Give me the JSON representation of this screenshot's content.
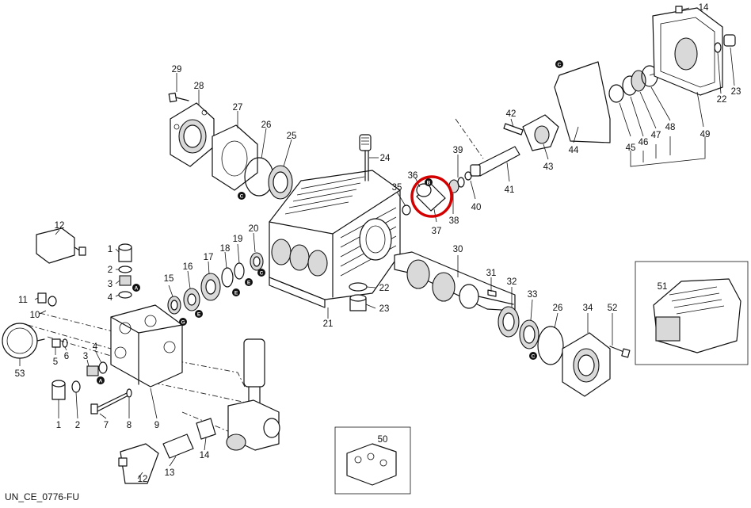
{
  "caption": "UN_CE_0776-FU",
  "callouts": {
    "n1a": "1",
    "n1b": "1",
    "n2a": "2",
    "n2b": "2",
    "n3a": "3",
    "n3b": "3",
    "n4a": "4",
    "n4b": "4",
    "n5": "5",
    "n6": "6",
    "n7": "7",
    "n8": "8",
    "n9": "9",
    "n10": "10",
    "n11": "11",
    "n12a": "12",
    "n12b": "12",
    "n13": "13",
    "n14a": "14",
    "n14b": "14",
    "n15": "15",
    "n16": "16",
    "n17": "17",
    "n18": "18",
    "n19": "19",
    "n20": "20",
    "n21": "21",
    "n22a": "22",
    "n22b": "22",
    "n23a": "23",
    "n23b": "23",
    "n24": "24",
    "n25": "25",
    "n26a": "26",
    "n26b": "26",
    "n27": "27",
    "n28": "28",
    "n29": "29",
    "n30": "30",
    "n31": "31",
    "n32": "32",
    "n33": "33",
    "n34": "34",
    "n35": "35",
    "n36": "36",
    "n37": "37",
    "n38": "38",
    "n39": "39",
    "n40": "40",
    "n41": "41",
    "n42": "42",
    "n43": "43",
    "n44": "44",
    "n45": "45",
    "n46": "46",
    "n47": "47",
    "n48": "48",
    "n49": "49",
    "n50": "50",
    "n51": "51",
    "n52": "52",
    "n53": "53"
  },
  "badges": {
    "a1": "A",
    "a2": "A",
    "b": "B",
    "c1": "C",
    "c2": "C",
    "c3": "C",
    "c4": "C",
    "e1": "E",
    "e2": "E",
    "e3": "E",
    "g": "G"
  },
  "colors": {
    "highlight": "#d40000",
    "ink": "#111111"
  }
}
